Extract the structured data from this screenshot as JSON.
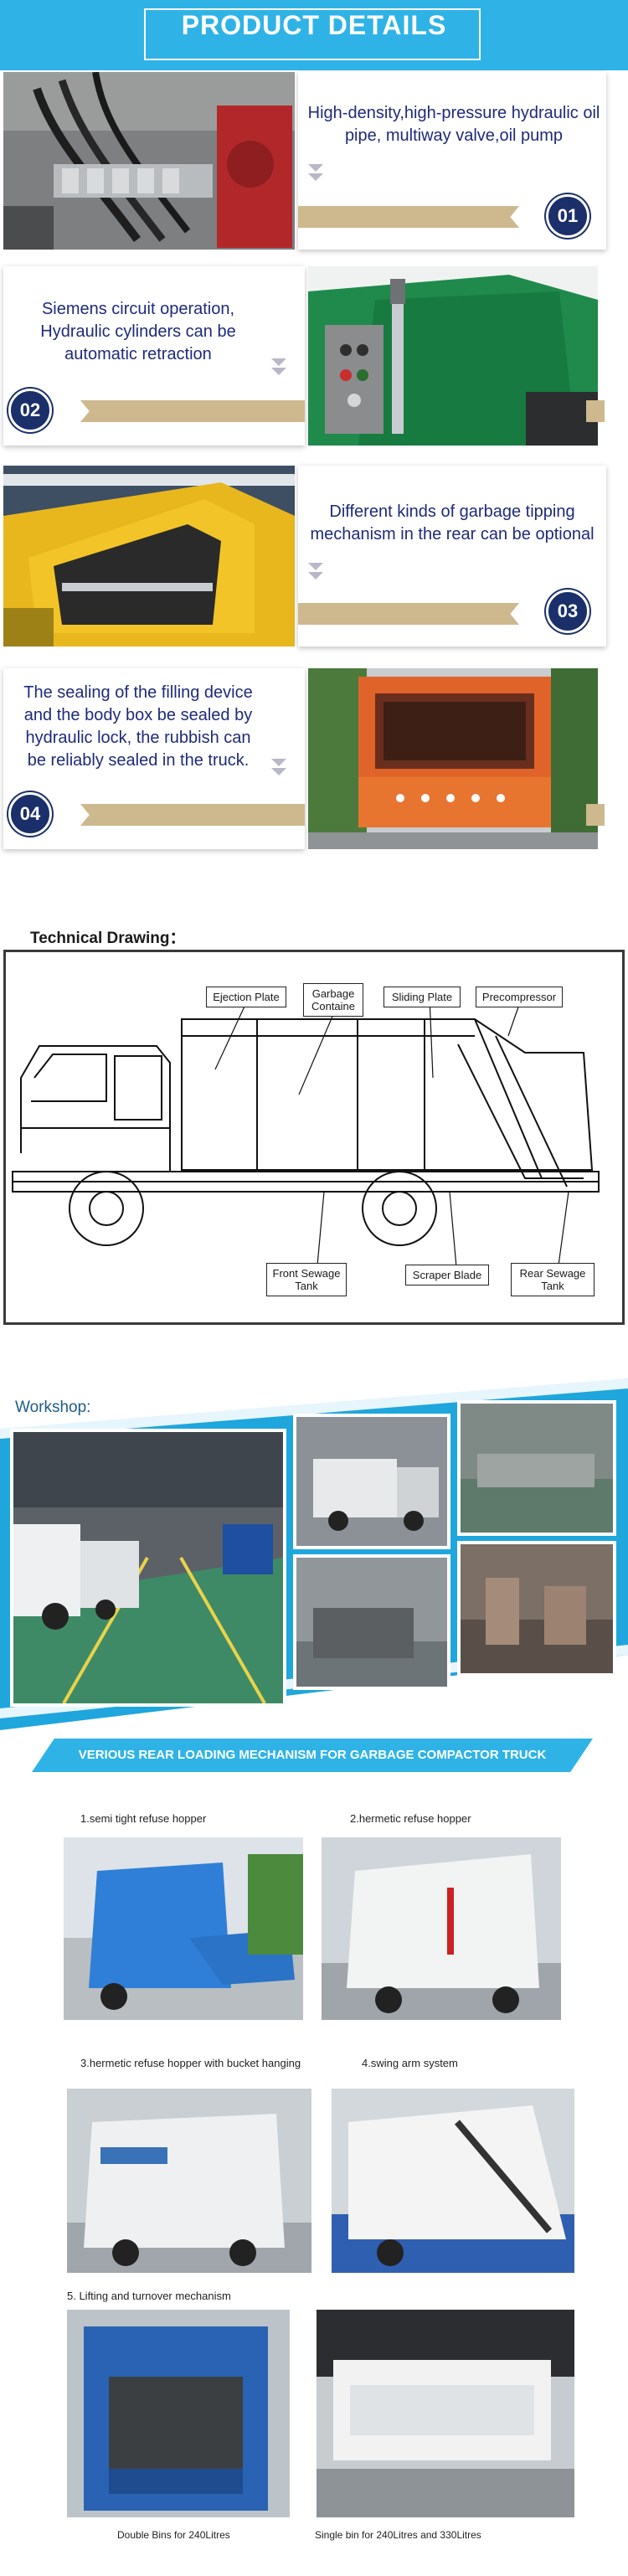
{
  "header": {
    "title": "PRODUCT DETAILS"
  },
  "features": [
    {
      "number": "01",
      "text": "High-density,high-pressure hydraulic oil pipe, multiway valve,oil pump"
    },
    {
      "number": "02",
      "text": "Siemens circuit operation, Hydraulic cylinders can be automatic retraction"
    },
    {
      "number": "03",
      "text": "Different kinds of garbage tipping mechanism in the rear can be optional"
    },
    {
      "number": "04",
      "text": "The sealing of the filling device and the body box be sealed by hydraulic lock, the rubbish can be reliably sealed in the truck."
    }
  ],
  "technical": {
    "label": "Technical Drawing：",
    "callouts": {
      "ejection": "Ejection Plate",
      "garbage": "Garbage Containe",
      "sliding": "Sliding Plate",
      "precompressor": "Precompressor",
      "front_sewage": "Front Sewage Tank",
      "scraper": "Scraper Blade",
      "rear_sewage": "Rear Sewage Tank"
    }
  },
  "workshop": {
    "label": "Workshop:"
  },
  "rear_loading": {
    "title": "VERIOUS REAR LOADING MECHANISM FOR GARBAGE COMPACTOR TRUCK",
    "items": [
      "1.semi tight refuse hopper",
      "2.hermetic refuse hopper",
      "3.hermetic refuse hopper with bucket hanging",
      "4.swing arm system",
      "5. Lifting and turnover mechanism"
    ],
    "bins": [
      "Double Bins for 240Litres",
      "Single bin for 240Litres and 330Litres"
    ]
  },
  "colors": {
    "accent": "#2fb3e6",
    "badge": "#1b2f6a",
    "ribbon": "#cdb98d",
    "text": "#1f2a7a"
  }
}
